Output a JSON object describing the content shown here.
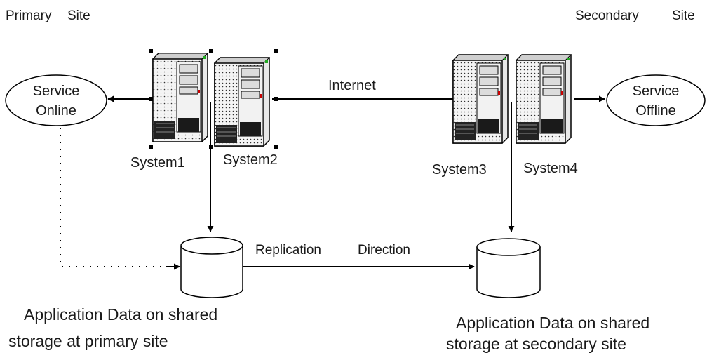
{
  "sites": {
    "primary": {
      "word1": "Primary",
      "word2": "Site"
    },
    "secondary": {
      "word1": "Secondary",
      "word2": "Site"
    }
  },
  "services": {
    "online": {
      "line1": "Service",
      "line2": "Online"
    },
    "offline": {
      "line1": "Service",
      "line2": "Offline"
    }
  },
  "systems": [
    {
      "id": "system1",
      "label": "System1"
    },
    {
      "id": "system2",
      "label": "System2"
    },
    {
      "id": "system3",
      "label": "System3"
    },
    {
      "id": "system4",
      "label": "System4"
    }
  ],
  "links": {
    "internet": "Internet",
    "replication": {
      "word1": "Replication",
      "word2": "Direction"
    }
  },
  "storage": {
    "primary": {
      "line1": "Application Data on shared",
      "line2": "storage at primary site"
    },
    "secondary": {
      "line1": "Application Data on shared",
      "line2": "storage at secondary site"
    }
  }
}
